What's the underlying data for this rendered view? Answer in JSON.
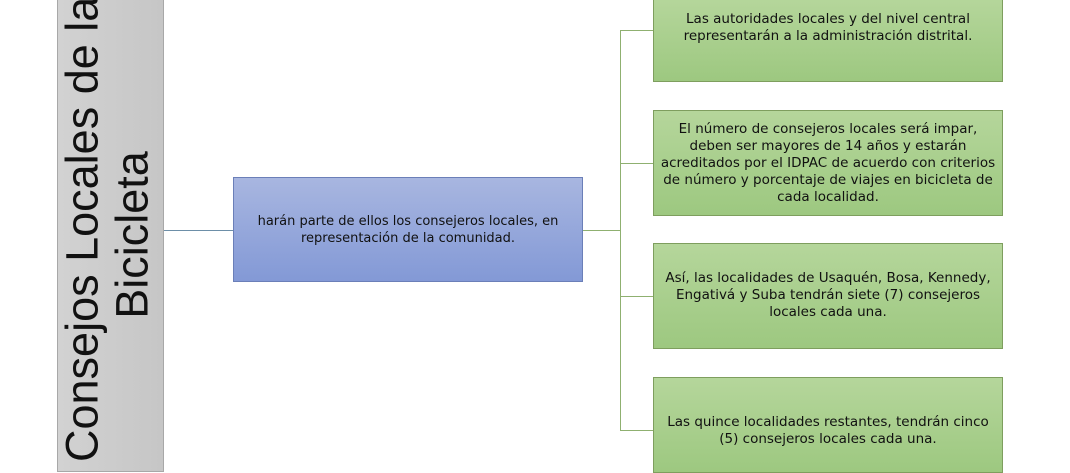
{
  "root": {
    "line1": "Consejos Locales de la",
    "line2": "Bicicleta"
  },
  "middle": {
    "text": "harán parte de ellos los consejeros locales, en representación de la comunidad."
  },
  "children": [
    {
      "text": "Las autoridades locales y del nivel central representarán a la administración distrital."
    },
    {
      "text": "El número de consejeros locales será impar, deben ser mayores de 14 años y estarán acreditados por el IDPAC de acuerdo con criterios de número y porcentaje de viajes en bicicleta de cada localidad."
    },
    {
      "text": "Así, las localidades de Usaquén, Bosa, Kennedy, Engativá y Suba tendrán siete (7) consejeros locales cada una."
    },
    {
      "text": "Las quince localidades restantes, tendrán cinco (5) consejeros locales cada una."
    }
  ]
}
